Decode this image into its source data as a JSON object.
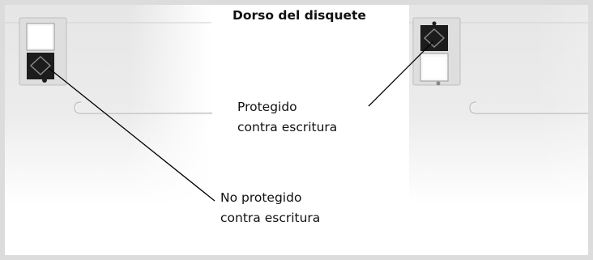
{
  "title": "Dorso del disquete",
  "callouts": {
    "protected": {
      "line1": "Protegido",
      "line2": "contra escritura"
    },
    "unprotected": {
      "line1": "No protegido",
      "line2": "contra escritura"
    }
  },
  "colors": {
    "background": "#ffffff",
    "frame": "#d8d8d8",
    "disk_body": "#e9e9e9",
    "write_protect_tab": "#1c1c1c",
    "leader_line": "#000000",
    "text": "#111111"
  },
  "icons": {
    "left_disk": "floppy-disk-back-unlocked",
    "right_disk": "floppy-disk-back-locked"
  }
}
